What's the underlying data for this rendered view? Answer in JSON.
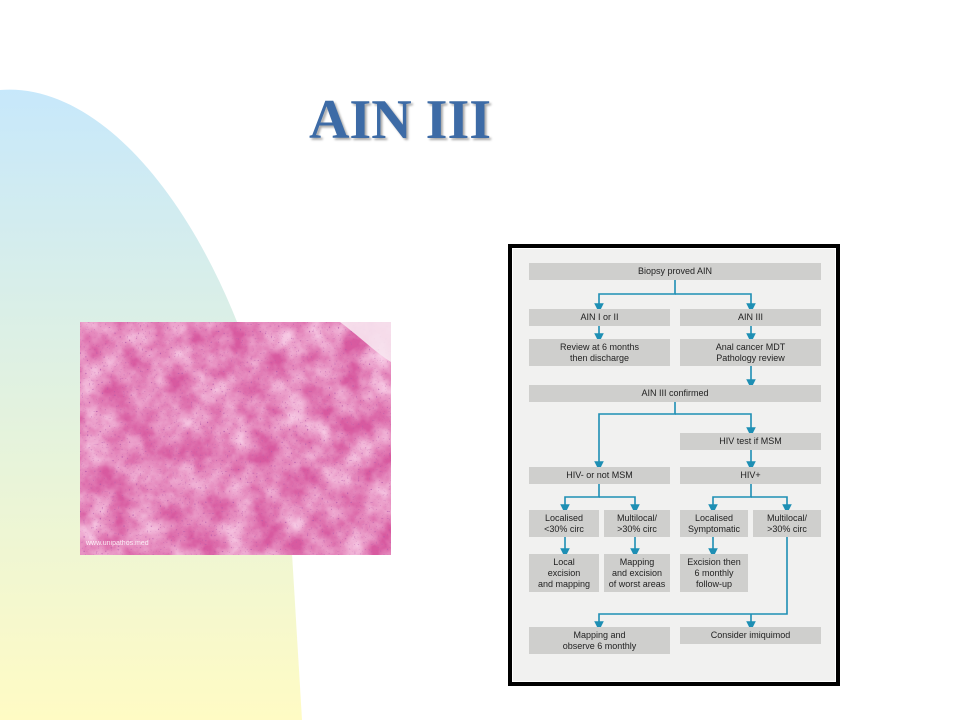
{
  "slide": {
    "title": "AIN III",
    "image_watermark": "www.unipathos.med"
  },
  "flowchart": {
    "nodes": {
      "biopsy": "Biopsy proved AIN",
      "ain12": "AIN I or II",
      "ain3": "AIN III",
      "review": "Review at 6 months\nthen discharge",
      "mdt": "Anal cancer MDT\nPathology review",
      "confirmed": "AIN III confirmed",
      "hivtest": "HIV test if MSM",
      "hivneg": "HIV- or not MSM",
      "hivpos": "HIV+",
      "loc1": "Localised\n<30% circ",
      "multi1": "Multilocal/\n>30% circ",
      "loc2": "Localised\nSymptomatic",
      "multi2": "Multilocal/\n>30% circ",
      "local_exc": "Local\nexcision\nand mapping",
      "mapping_exc": "Mapping\nand excision\nof worst areas",
      "exc_follow": "Excision then\n6 monthly\nfollow-up",
      "observe": "Mapping and\nobserve 6 monthly",
      "imiquimod": "Consider imiquimod"
    }
  },
  "colors": {
    "title": "#3d6ba6",
    "connector": "#1e8fb4",
    "box": "#cfcfcd",
    "frame": "#000000",
    "bg_top": "#c7e8fb",
    "bg_bottom": "#fffbc4"
  }
}
